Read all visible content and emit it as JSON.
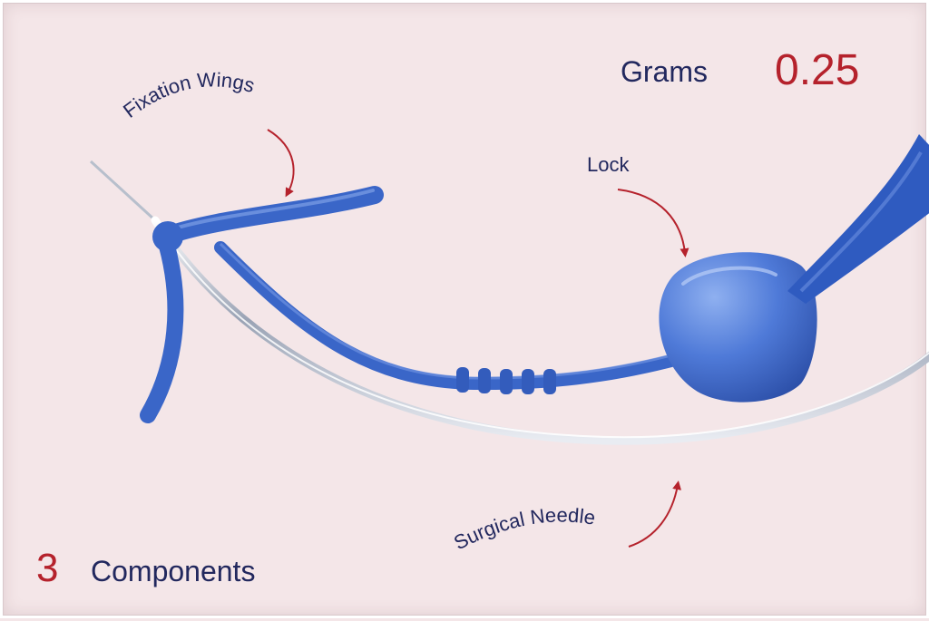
{
  "colors": {
    "accent_red": "#b5222c",
    "label_navy": "#22285e",
    "device_blue": "#3a66c8",
    "background": "#f4e6e8"
  },
  "stats": {
    "weight_label": "Grams",
    "weight_value": "0.25",
    "components_count": "3",
    "components_label": "Components"
  },
  "callouts": {
    "fixation_wings": "Fixation Wings",
    "lock": "Lock",
    "surgical_needle": "Surgical Needle"
  }
}
